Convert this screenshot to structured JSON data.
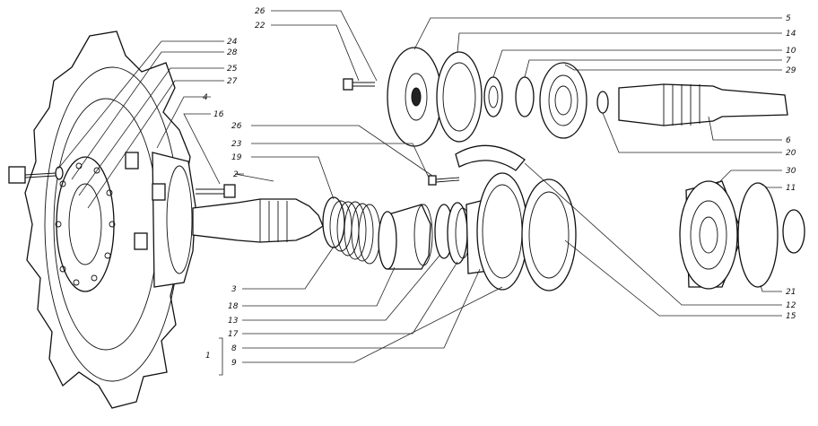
{
  "labels": [
    {
      "id": "26a",
      "text": "26"
    },
    {
      "id": "22",
      "text": "22"
    },
    {
      "id": "24",
      "text": "24"
    },
    {
      "id": "28",
      "text": "28"
    },
    {
      "id": "25",
      "text": "25"
    },
    {
      "id": "27",
      "text": "27"
    },
    {
      "id": "4",
      "text": "4"
    },
    {
      "id": "16",
      "text": "16"
    },
    {
      "id": "26b",
      "text": "26"
    },
    {
      "id": "23",
      "text": "23"
    },
    {
      "id": "19",
      "text": "19"
    },
    {
      "id": "2",
      "text": "2"
    },
    {
      "id": "5",
      "text": "5"
    },
    {
      "id": "14",
      "text": "14"
    },
    {
      "id": "10",
      "text": "10"
    },
    {
      "id": "7",
      "text": "7"
    },
    {
      "id": "29",
      "text": "29"
    },
    {
      "id": "6",
      "text": "6"
    },
    {
      "id": "20",
      "text": "20"
    },
    {
      "id": "30",
      "text": "30"
    },
    {
      "id": "11",
      "text": "11"
    },
    {
      "id": "21",
      "text": "21"
    },
    {
      "id": "12",
      "text": "12"
    },
    {
      "id": "15",
      "text": "15"
    },
    {
      "id": "3",
      "text": "3"
    },
    {
      "id": "18",
      "text": "18"
    },
    {
      "id": "13",
      "text": "13"
    },
    {
      "id": "17",
      "text": "17"
    },
    {
      "id": "8",
      "text": "8"
    },
    {
      "id": "9",
      "text": "9"
    },
    {
      "id": "1",
      "text": "1"
    }
  ]
}
